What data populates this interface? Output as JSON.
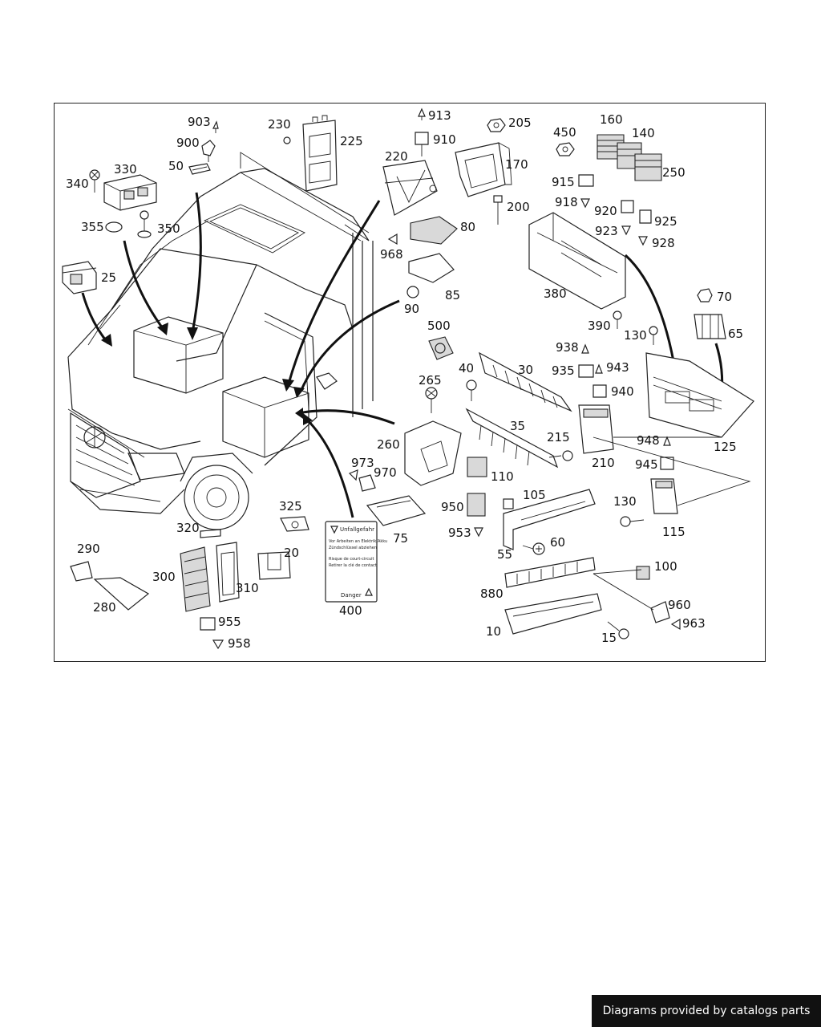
{
  "diagram": {
    "part_numbers": {
      "p903": "903",
      "p900": "900",
      "p50": "50",
      "p230": "230",
      "p225": "225",
      "p913": "913",
      "p910": "910",
      "p220": "220",
      "p205": "205",
      "p170": "170",
      "p450": "450",
      "p160": "160",
      "p140": "140",
      "p250": "250",
      "p340": "340",
      "p330": "330",
      "p355": "355",
      "p350": "350",
      "p25": "25",
      "p200": "200",
      "p80": "80",
      "p968": "968",
      "p85": "85",
      "p90": "90",
      "p915": "915",
      "p918": "918",
      "p920": "920",
      "p925": "925",
      "p923": "923",
      "p928": "928",
      "p380": "380",
      "p390": "390",
      "p70": "70",
      "p65": "65",
      "p130a": "130",
      "p938": "938",
      "p935": "935",
      "p943": "943",
      "p940": "940",
      "p500": "500",
      "p40": "40",
      "p30": "30",
      "p265": "265",
      "p35": "35",
      "p215": "215",
      "p210": "210",
      "p948": "948",
      "p125": "125",
      "p945": "945",
      "p260": "260",
      "p973": "973",
      "p970": "970",
      "p110": "110",
      "p105": "105",
      "p950": "950",
      "p953": "953",
      "p75": "75",
      "p325": "325",
      "p130b": "130",
      "p115": "115",
      "p320": "320",
      "p60": "60",
      "p55": "55",
      "p290": "290",
      "p20": "20",
      "p300": "300",
      "p310": "310",
      "p100": "100",
      "p880": "880",
      "p280": "280",
      "p955": "955",
      "p958": "958",
      "p400": "400",
      "p960": "960",
      "p963": "963",
      "p10": "10",
      "p15": "15"
    },
    "warning_label": {
      "title": "Unfallgefahr",
      "line1": "Vor Arbeiten an Elektrik/Akku",
      "line2": "Zündschlüssel abziehen",
      "line3": "Risque de court-circuit",
      "line4": "Retirer la clé de contact",
      "footer": "Danger"
    }
  },
  "credit": "Diagrams provided by catalogs parts"
}
